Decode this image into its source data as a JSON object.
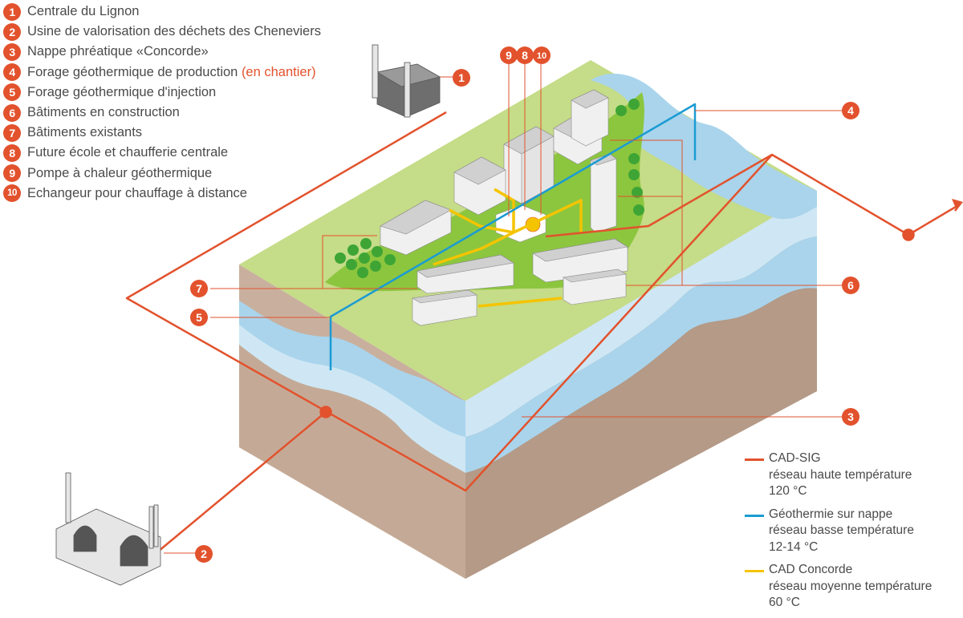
{
  "items": [
    {
      "num": "1",
      "text": "Centrale du Lignon",
      "extra": ""
    },
    {
      "num": "2",
      "text": "Usine de valorisation des déchets des Cheneviers",
      "extra": ""
    },
    {
      "num": "3",
      "text": "Nappe phréatique «Concorde»",
      "extra": ""
    },
    {
      "num": "4",
      "text": "Forage géothermique de production ",
      "extra": "(en chantier)"
    },
    {
      "num": "5",
      "text": "Forage géothermique d'injection",
      "extra": ""
    },
    {
      "num": "6",
      "text": "Bâtiments en construction",
      "extra": ""
    },
    {
      "num": "7",
      "text": "Bâtiments existants",
      "extra": ""
    },
    {
      "num": "8",
      "text": "Future école et chaufferie centrale",
      "extra": ""
    },
    {
      "num": "9",
      "text": "Pompe à chaleur géothermique",
      "extra": ""
    },
    {
      "num": "10",
      "text": "Echangeur pour chauffage à distance",
      "extra": ""
    }
  ],
  "legend": [
    {
      "color": "#e2522d",
      "line1": "CAD-SIG",
      "line2": "réseau haute température",
      "line3": "120 °C"
    },
    {
      "color": "#1b9bd3",
      "line1": "Géothermie sur nappe",
      "line2": "réseau basse température",
      "line3": "12-14 °C"
    },
    {
      "color": "#f5c400",
      "line1": "CAD Concorde",
      "line2": "réseau moyenne température",
      "line3": "60 °C"
    }
  ],
  "callouts": {
    "c1": "1",
    "c2": "2",
    "c3": "3",
    "c4": "4",
    "c5": "5",
    "c6": "6",
    "c7": "7",
    "c8": "8",
    "c9": "9",
    "c10": "10"
  },
  "colors": {
    "orange": "#e2522d",
    "blue": "#1b9bd3",
    "yellow": "#f5c400",
    "grass": "#c5dc88",
    "grass_dark": "#8cc63f",
    "soil_left": "#c9b09e",
    "soil_right": "#b89f8d",
    "water": "#a9d4ec",
    "building": "#e6e6e6",
    "tree": "#3ea535"
  }
}
